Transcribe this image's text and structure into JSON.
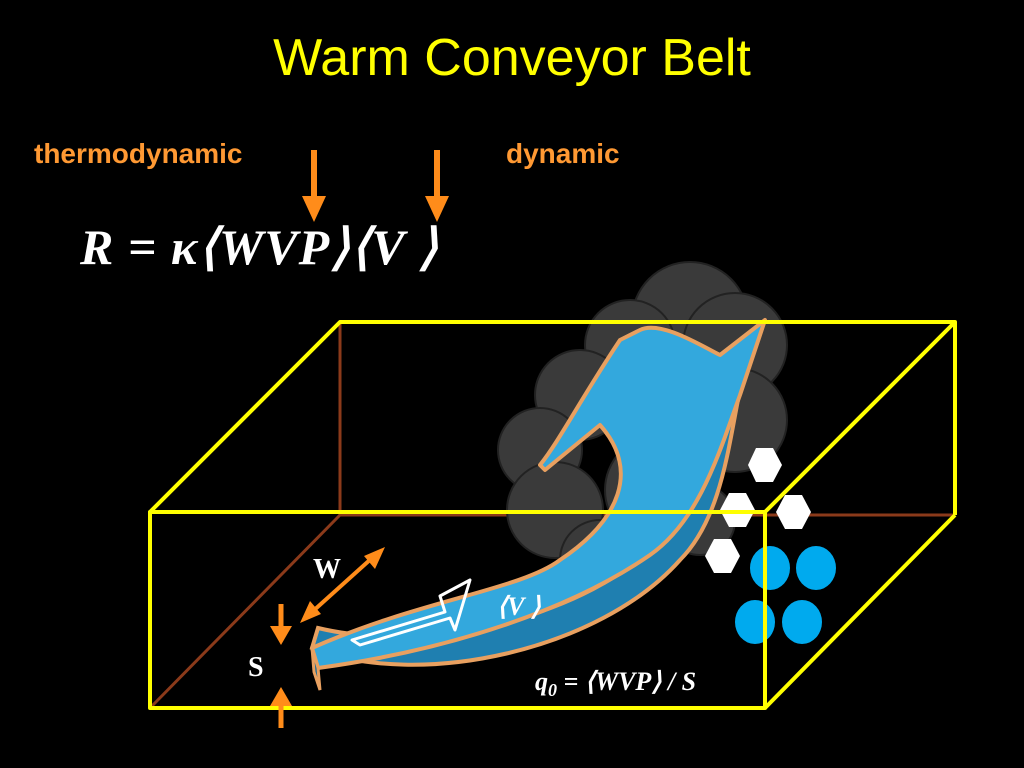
{
  "title": "Warm Conveyor Belt",
  "labels": {
    "thermodynamic": "thermodynamic",
    "dynamic": "dynamic"
  },
  "equation": "R = κ⟨WVP⟩⟨V ⟩",
  "diagram": {
    "width_label": "W",
    "height_label": "S",
    "velocity_label": "⟨V ⟩",
    "flux_label_q": "q",
    "flux_label_sub": "0",
    "flux_label_rest": " = ⟨WVP⟩ / S"
  },
  "colors": {
    "background": "#000000",
    "title": "#ffff00",
    "orange": "#ff9933",
    "box_front": "#ffff00",
    "box_back": "#8b3a1a",
    "belt_fill": "#33a8dd",
    "belt_edge": "#e8a060",
    "cloud": "#3a3a3a",
    "droplet": "#00aaee",
    "ice": "#ffffff"
  }
}
